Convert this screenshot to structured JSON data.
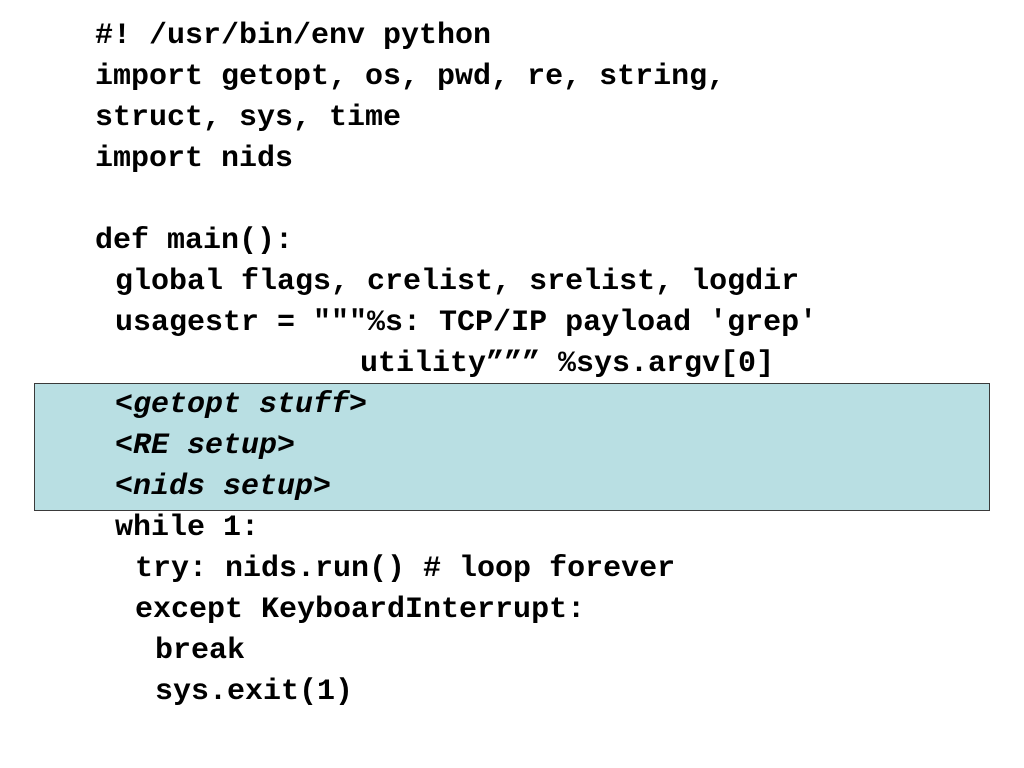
{
  "slide": {
    "highlight_color": "#b9dfe3",
    "lines": [
      "#! /usr/bin/env python",
      "import getopt, os, pwd, re, string,",
      "struct, sys, time",
      "import nids",
      "",
      "def main():",
      "global flags, crelist, srelist, logdir",
      "usagestr = \"\"\"%s: TCP/IP payload 'grep'",
      "utility””” %sys.argv[0]",
      "<getopt stuff>",
      "<RE setup>",
      "<nids setup>",
      "while 1:",
      "try: nids.run() # loop forever",
      "except KeyboardInterrupt:",
      "break",
      "sys.exit(1)"
    ]
  }
}
